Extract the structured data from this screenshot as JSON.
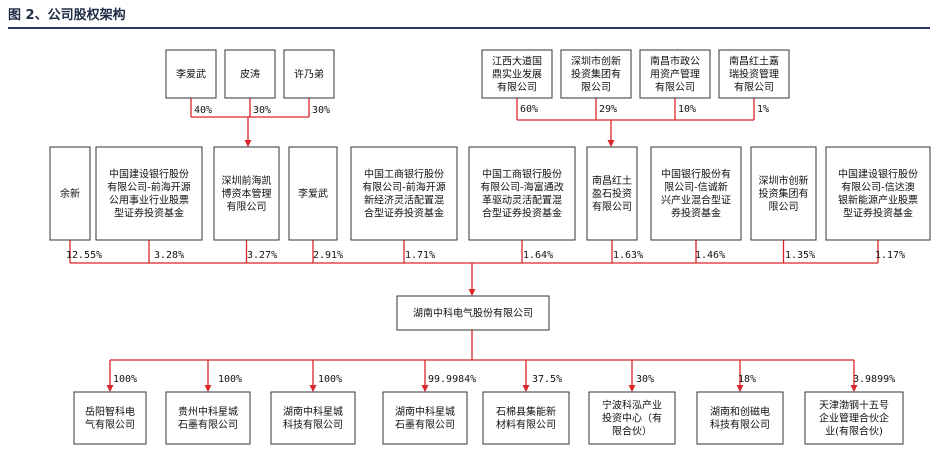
{
  "title": "图 2、公司股权架构",
  "colors": {
    "line": "#d9262b",
    "box_border": "#333333",
    "rule": "#2b3a67"
  },
  "top_shareholders": [
    {
      "id": "t1",
      "lines": [
        "李爱武"
      ],
      "pct": "40%"
    },
    {
      "id": "t2",
      "lines": [
        "皮涛"
      ],
      "pct": "30%"
    },
    {
      "id": "t3",
      "lines": [
        "许乃弟"
      ],
      "pct": "30%"
    },
    {
      "id": "t4",
      "lines": [
        "江西大道国",
        "鼎实业发展",
        "有限公司"
      ],
      "pct": "60%"
    },
    {
      "id": "t5",
      "lines": [
        "深圳市创新",
        "投资集团有",
        "限公司"
      ],
      "pct": "29%"
    },
    {
      "id": "t6",
      "lines": [
        "南昌市政公",
        "用资产管理",
        "有限公司"
      ],
      "pct": "10%"
    },
    {
      "id": "t7",
      "lines": [
        "南昌红土嘉",
        "瑞投资管理",
        "有限公司"
      ],
      "pct": "1%"
    }
  ],
  "shareholders": [
    {
      "id": "s1",
      "lines": [
        "余新"
      ],
      "pct": "12.55%"
    },
    {
      "id": "s2",
      "lines": [
        "中国建设银行股份",
        "有限公司-前海开源",
        "公用事业行业股票",
        "型证券投资基金"
      ],
      "pct": "3.28%"
    },
    {
      "id": "s3",
      "lines": [
        "深圳前海凯",
        "博资本管理",
        "有限公司"
      ],
      "pct": "3.27%"
    },
    {
      "id": "s4",
      "lines": [
        "李爱武"
      ],
      "pct": "2.91%"
    },
    {
      "id": "s5",
      "lines": [
        "中国工商银行股份",
        "有限公司-前海开源",
        "新经济灵活配置混",
        "合型证券投资基金"
      ],
      "pct": "1.71%"
    },
    {
      "id": "s6",
      "lines": [
        "中国工商银行股份",
        "有限公司-海富通改",
        "革驱动灵活配置混",
        "合型证券投资基金"
      ],
      "pct": "1.64%"
    },
    {
      "id": "s7",
      "lines": [
        "南昌红土",
        "盈石投资",
        "有限公司"
      ],
      "pct": "1.63%"
    },
    {
      "id": "s8",
      "lines": [
        "中国银行股份有",
        "限公司-信诚新",
        "兴产业混合型证",
        "券投资基金"
      ],
      "pct": "1.46%"
    },
    {
      "id": "s9",
      "lines": [
        "深圳市创新",
        "投资集团有",
        "限公司"
      ],
      "pct": "1.35%"
    },
    {
      "id": "s10",
      "lines": [
        "中国建设银行股份",
        "有限公司-信达澳",
        "银新能源产业股票",
        "型证券投资基金"
      ],
      "pct": "1.17%"
    }
  ],
  "company": {
    "lines": [
      "湖南中科电气股份有限公司"
    ]
  },
  "subsidiaries": [
    {
      "id": "c1",
      "lines": [
        "岳阳智科电",
        "气有限公司"
      ],
      "pct": "100%"
    },
    {
      "id": "c2",
      "lines": [
        "贵州中科星城",
        "石墨有限公司"
      ],
      "pct": "100%"
    },
    {
      "id": "c3",
      "lines": [
        "湖南中科星城",
        "科技有限公司"
      ],
      "pct": "100%"
    },
    {
      "id": "c4",
      "lines": [
        "湖南中科星城",
        "石墨有限公司"
      ],
      "pct": "99.9984%"
    },
    {
      "id": "c5",
      "lines": [
        "石棉县集能新",
        "材料有限公司"
      ],
      "pct": "37.5%"
    },
    {
      "id": "c6",
      "lines": [
        "宁波科泓产业",
        "投资中心（有",
        "限合伙）"
      ],
      "pct": "30%"
    },
    {
      "id": "c7",
      "lines": [
        "湖南和创磁电",
        "科技有限公司"
      ],
      "pct": "18%"
    },
    {
      "id": "c8",
      "lines": [
        "天津渤钢十五号",
        "企业管理合伙企",
        "业(有限合伙)"
      ],
      "pct": "3.9899%"
    }
  ]
}
